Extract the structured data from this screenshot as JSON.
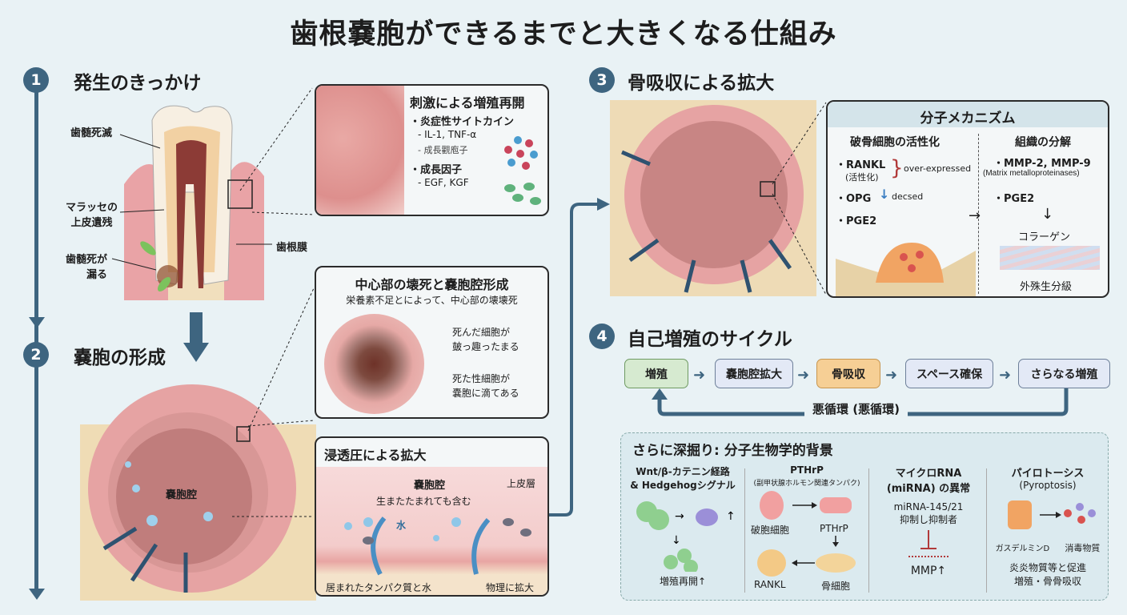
{
  "title": "歯根嚢胞ができるまでと大きくなる仕組み",
  "steps": [
    {
      "num": "1",
      "title": "発生のきっかけ"
    },
    {
      "num": "2",
      "title": "嚢胞の形成"
    },
    {
      "num": "3",
      "title": "骨吸収による拡大"
    },
    {
      "num": "4",
      "title": "自己増殖のサイクル"
    }
  ],
  "tooth": {
    "labels": [
      "歯髄死滅",
      "マラッセの\n上皮遺残",
      "歯髄死が\n漏る",
      "歯根膜"
    ]
  },
  "box1": {
    "title": "刺激による増殖再開",
    "b1": "・炎症性サイトカイン",
    "b1a": "- IL-1, TNF-α",
    "b1b": "- 成長觀庖子",
    "b2": "・成長因子",
    "b2a": "- EGF, KGF"
  },
  "box2": {
    "title": "中心部の壊死と嚢胞腔形成",
    "sub": "栄養素不足とによって、中心部の壊壊死",
    "l1": "死んだ細胞が\n皷っ趣ったまる",
    "l2": "死た性細胞が\n嚢胞に滴てある"
  },
  "box3": {
    "title": "浸透圧による拡大",
    "cavity": "嚢胞腔",
    "epi": "上皮層",
    "sub": "生またたまれても含む",
    "water": "水",
    "bl": "居まれたタンパク質と水",
    "br": "物理に拡大"
  },
  "cyst": {
    "label": "嚢胞腔"
  },
  "mech": {
    "title": "分子メカニズム",
    "left_title": "破骨細胞の活性化",
    "rankl": "・RANKL",
    "rankl_sub": "(活性化)",
    "over": "over-expressed",
    "opg": "・OPG",
    "dec": "decsed",
    "pge2": "・PGE2",
    "right_title": "組織の分解",
    "mmp": "・MMP-2, MMP-9",
    "mmp_sub": "(Matrix metalloproteinases)",
    "pge2r": "・PGE2",
    "collagen": "コラーゲン",
    "bottom": "外殊生分級"
  },
  "cycle": {
    "items": [
      "増殖",
      "嚢胞腔拡大",
      "骨吸収",
      "スペース確保",
      "さらなる増殖"
    ],
    "loop": "悪循環 (悪循環)"
  },
  "deep": {
    "title": "さらに深掘り: 分子生物学的背景",
    "c1": {
      "t1": "Wnt/β-カテニン経路",
      "t2": "& Hedgehogシグナル",
      "foot": "増殖再開↑"
    },
    "c2": {
      "t1": "PTHrP",
      "t2": "(副甲状腺ホルモン関連タンパク)",
      "a": "破胞細胞",
      "b": "PTHrP",
      "c": "RANKL",
      "d": "骨細胞"
    },
    "c3": {
      "t1": "マイクロRNA",
      "t2": "(miRNA) の異常",
      "m1": "miRNA-145/21",
      "m2": "抑制し抑制者",
      "foot": "MMP↑"
    },
    "c4": {
      "t1": "パイロトーシス",
      "t2": "(Pyroptosis)",
      "a": "ガスデルミンD",
      "b": "消毒物質",
      "f1": "炎炎物質等と促進",
      "f2": "増殖・骨骨吸収"
    }
  },
  "colors": {
    "accent": "#3e6580",
    "green": "#d6ead0",
    "orange": "#f6cf95",
    "blue": "#e3e9f6"
  }
}
